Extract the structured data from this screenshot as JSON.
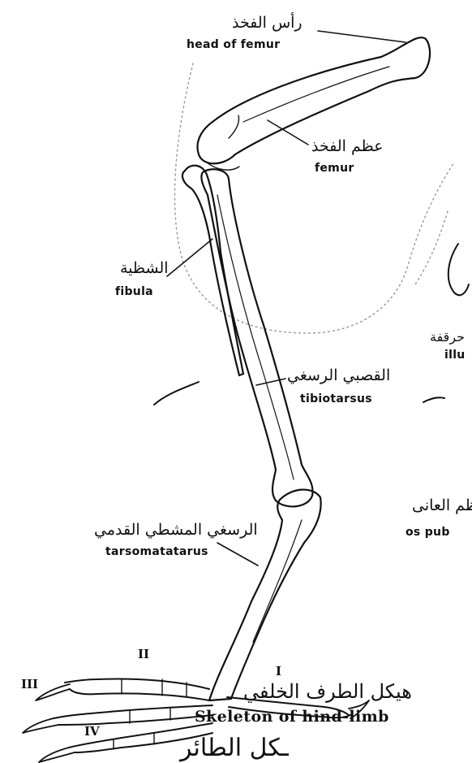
{
  "labels": {
    "head_of_femur": {
      "ar": "رأس الفخذ",
      "en": "head of femur"
    },
    "femur": {
      "ar": "عظم الفخذ",
      "en": "femur"
    },
    "fibula": {
      "ar": "الشظية",
      "en": "fibula"
    },
    "tibiotarsus": {
      "ar": "القصبي الرسغي",
      "en": "tibiotarsus"
    },
    "tarsometatarsus": {
      "ar": "الرسغي المشطي القدمي",
      "en": "tarsomatatarus"
    },
    "ilium": {
      "ar": "حرقفة",
      "en": "illu"
    },
    "os_pubis": {
      "ar": "عظم العانى",
      "en": "os pub"
    }
  },
  "toes": {
    "t1": "I",
    "t2": "II",
    "t3": "III",
    "t4": "IV"
  },
  "caption": {
    "ar": "هيكل الطرف الخلفي",
    "en": "Skeleton of hind-limb",
    "ar_partial": "ـكل الطائر"
  },
  "colors": {
    "ink": "#111111",
    "guide": "#9a9a9a",
    "paper": "#ffffff"
  }
}
